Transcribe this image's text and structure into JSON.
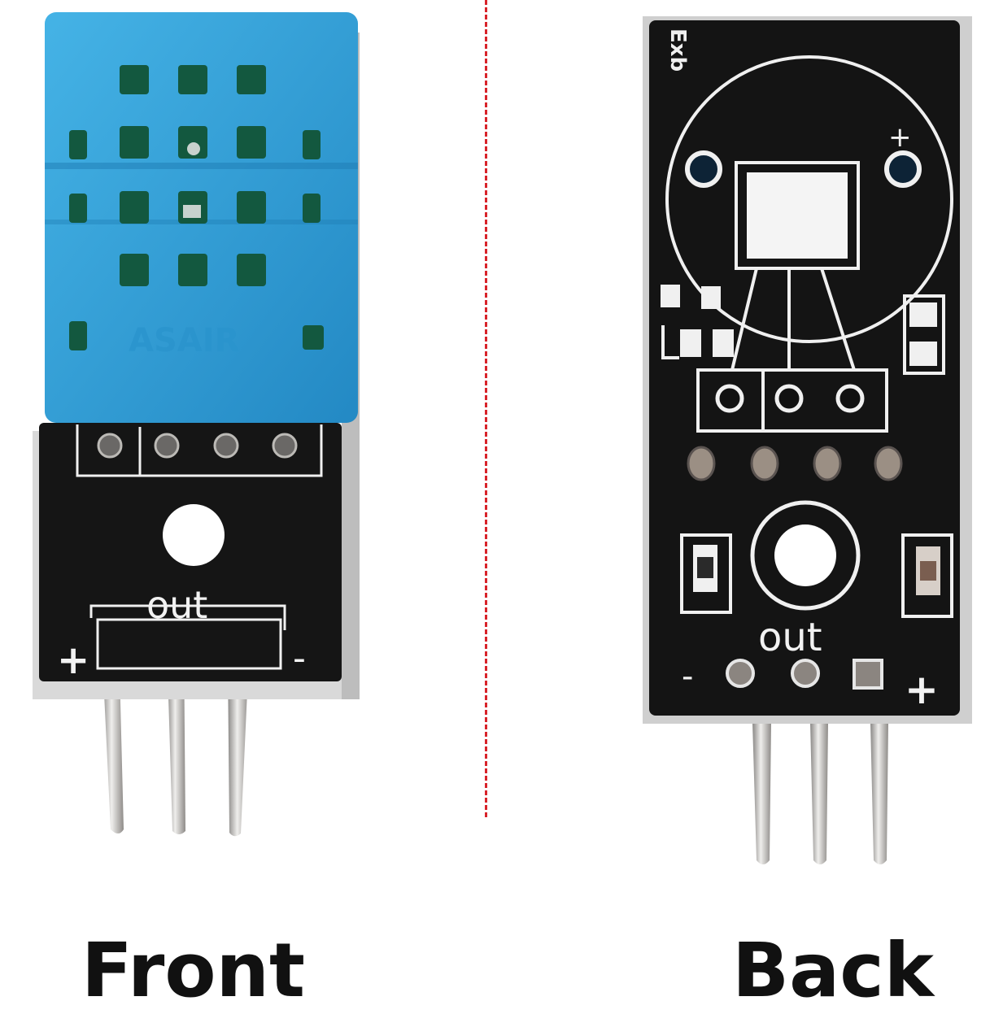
{
  "captions": {
    "front": "Front",
    "back": "Back"
  },
  "front": {
    "sensor_marking": "ASAIR",
    "out_label": "out",
    "plus_label": "+",
    "minus_label": "-"
  },
  "back": {
    "out_label": "out",
    "plus_label": "+",
    "minus_label": "-",
    "board_marking": "Exb"
  },
  "colors": {
    "sensor_blue": "#2b9fd8",
    "pcb_black": "#141414",
    "silkscreen": "#f2f2f2",
    "divider_red": "#d8232a",
    "pin_metal": "#c9c7c4"
  }
}
